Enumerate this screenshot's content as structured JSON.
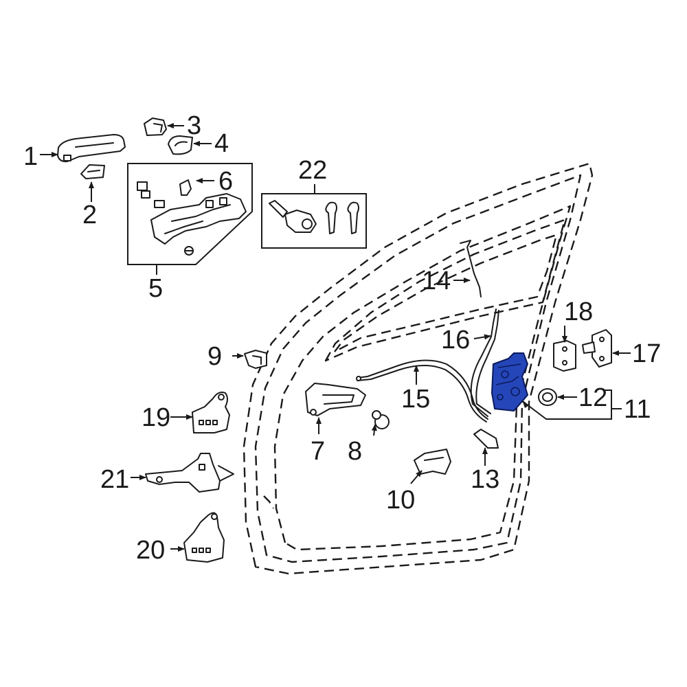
{
  "diagram": {
    "highlight_color": "#2546b8",
    "line_color": "#1a1a1a",
    "background": "#ffffff",
    "callouts": [
      {
        "id": "1",
        "text": "1"
      },
      {
        "id": "2",
        "text": "2"
      },
      {
        "id": "3",
        "text": "3"
      },
      {
        "id": "4",
        "text": "4"
      },
      {
        "id": "5",
        "text": "5"
      },
      {
        "id": "6",
        "text": "6"
      },
      {
        "id": "7",
        "text": "7"
      },
      {
        "id": "8",
        "text": "8"
      },
      {
        "id": "9",
        "text": "9"
      },
      {
        "id": "10",
        "text": "10"
      },
      {
        "id": "11",
        "text": "11"
      },
      {
        "id": "12",
        "text": "12"
      },
      {
        "id": "13",
        "text": "13"
      },
      {
        "id": "14",
        "text": "14"
      },
      {
        "id": "15",
        "text": "15"
      },
      {
        "id": "16",
        "text": "16"
      },
      {
        "id": "17",
        "text": "17"
      },
      {
        "id": "18",
        "text": "18"
      },
      {
        "id": "19",
        "text": "19"
      },
      {
        "id": "20",
        "text": "20"
      },
      {
        "id": "21",
        "text": "21"
      },
      {
        "id": "22",
        "text": "22"
      }
    ],
    "highlighted_part": "11"
  }
}
